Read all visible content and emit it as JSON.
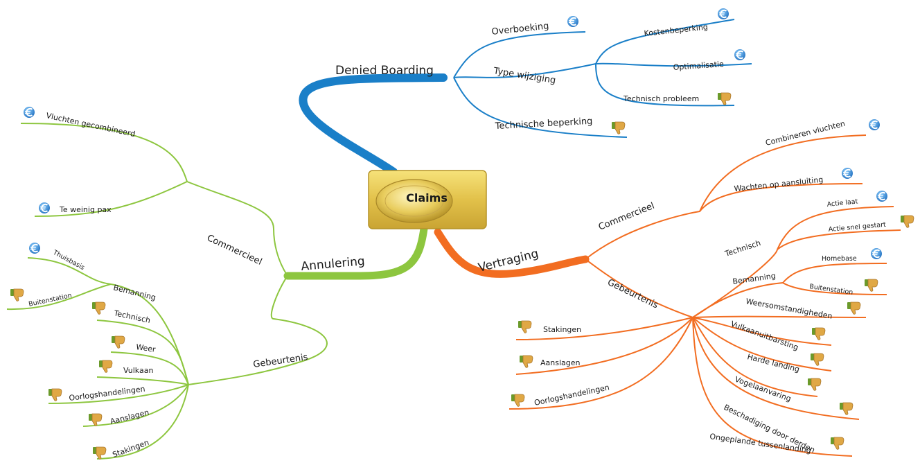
{
  "central": {
    "label": "Claims"
  },
  "colors": {
    "denied_boarding": "#1a7fc8",
    "annulering": "#8dc63f",
    "vertraging": "#f26d21",
    "euro_icon": "#2f8fd8",
    "thumbs_icon": "#d9a23c"
  },
  "icons": {
    "euro": "euro-icon",
    "thumbs_down": "thumbs-down-icon"
  },
  "euro_glyph": "€",
  "denied_boarding": {
    "label": "Denied Boarding",
    "overboeking": "Overboeking",
    "type_wijziging": "Type wijziging",
    "kostenbeperking": "Kostenbeperking",
    "optimalisatie": "Optimalisatie",
    "technisch_probleem": "Technisch probleem",
    "technische_beperking": "Technische beperking"
  },
  "annulering": {
    "label": "Annulering",
    "commercieel": "Commercieel",
    "vluchten_gecombineerd": "Vluchten gecombineerd",
    "te_weinig_pax": "Te weinig pax",
    "gebeurtenis": "Gebeurtenis",
    "bemanning": "Bemanning",
    "thuisbasis": "Thuisbasis",
    "buitenstation": "Buitenstation",
    "technisch": "Technisch",
    "weer": "Weer",
    "vulkaan": "Vulkaan",
    "oorlogshandelingen": "Oorlogshandelingen",
    "aanslagen": "Aanslagen",
    "stakingen": "Stakingen"
  },
  "vertraging": {
    "label": "Vertraging",
    "commercieel": "Commercieel",
    "combineren_vluchten": "Combineren vluchten",
    "wachten_op_aansluiting": "Wachten op aansluiting",
    "gebeurtenis": "Gebeurtenis",
    "technisch": "Technisch",
    "actie_laat": "Actie laat",
    "actie_snel_gestart": "Actie snel gestart",
    "bemanning": "Bemanning",
    "homebase": "Homebase",
    "buitenstation": "Buitenstation",
    "weersomstandigheden": "Weersomstandigheden",
    "vulkaanuitbarsting": "Vulkaanuitbarsting",
    "harde_landing": "Harde landing",
    "vogelaanvaring": "Vogelaanvaring",
    "beschadiging_door_derden": "Beschadiging door derden",
    "ongeplande_tussenlanding": "Ongeplande tussenlanding",
    "stakingen": "Stakingen",
    "aanslagen": "Aanslagen",
    "oorlogshandelingen": "Oorlogshandelingen"
  }
}
